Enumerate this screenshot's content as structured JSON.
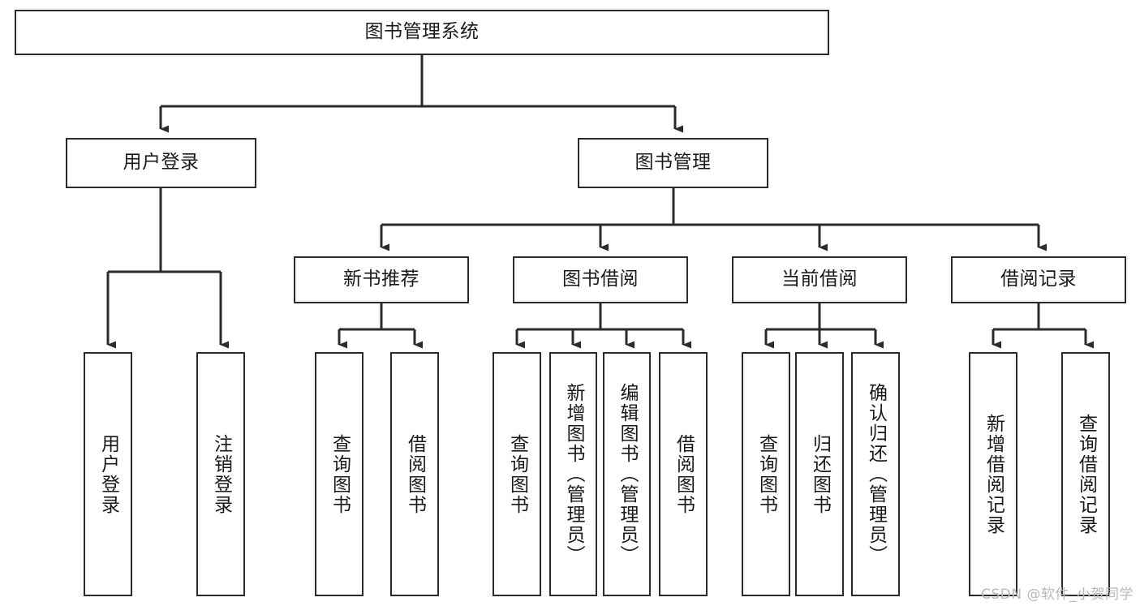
{
  "diagram": {
    "title": "图书管理系统",
    "type": "hierarchy-tree",
    "watermark": "CSDN @软件_小贺同学",
    "stroke_color": "#2b2b2b",
    "background_color": "#ffffff",
    "text_color": "#1a1a1a",
    "nodes": {
      "root": {
        "label": "图书管理系统",
        "orientation": "horizontal"
      },
      "level2": [
        {
          "id": "user-login",
          "label": "用户登录",
          "orientation": "horizontal"
        },
        {
          "id": "book-manage",
          "label": "图书管理",
          "orientation": "horizontal"
        }
      ],
      "level3": [
        {
          "id": "new-book-recommend",
          "label": "新书推荐",
          "orientation": "horizontal"
        },
        {
          "id": "book-borrow",
          "label": "图书借阅",
          "orientation": "horizontal"
        },
        {
          "id": "current-borrow",
          "label": "当前借阅",
          "orientation": "horizontal"
        },
        {
          "id": "borrow-record",
          "label": "借阅记录",
          "orientation": "horizontal"
        }
      ],
      "leaves": [
        {
          "id": "leaf-user-login",
          "label": "用户登录",
          "parent": "user-login",
          "orientation": "vertical"
        },
        {
          "id": "leaf-logout-login",
          "label": "注销登录",
          "parent": "user-login",
          "orientation": "vertical"
        },
        {
          "id": "leaf-query-book-1",
          "label": "查询图书",
          "parent": "new-book-recommend",
          "orientation": "vertical"
        },
        {
          "id": "leaf-borrow-book-1",
          "label": "借阅图书",
          "parent": "new-book-recommend",
          "orientation": "vertical"
        },
        {
          "id": "leaf-query-book-2",
          "label": "查询图书",
          "parent": "book-borrow",
          "orientation": "vertical"
        },
        {
          "id": "leaf-add-book",
          "label": "新增图书（管理员）",
          "parent": "book-borrow",
          "orientation": "vertical"
        },
        {
          "id": "leaf-edit-book",
          "label": "编辑图书（管理员）",
          "parent": "book-borrow",
          "orientation": "vertical"
        },
        {
          "id": "leaf-borrow-book-2",
          "label": "借阅图书",
          "parent": "book-borrow",
          "orientation": "vertical"
        },
        {
          "id": "leaf-query-book-3",
          "label": "查询图书",
          "parent": "current-borrow",
          "orientation": "vertical"
        },
        {
          "id": "leaf-return-book",
          "label": "归还图书",
          "parent": "current-borrow",
          "orientation": "vertical"
        },
        {
          "id": "leaf-confirm-return",
          "label": "确认归还（管理员）",
          "parent": "current-borrow",
          "orientation": "vertical"
        },
        {
          "id": "leaf-add-record",
          "label": "新增借阅记录",
          "parent": "borrow-record",
          "orientation": "vertical"
        },
        {
          "id": "leaf-query-record",
          "label": "查询借阅记录",
          "parent": "borrow-record",
          "orientation": "vertical"
        }
      ]
    }
  }
}
